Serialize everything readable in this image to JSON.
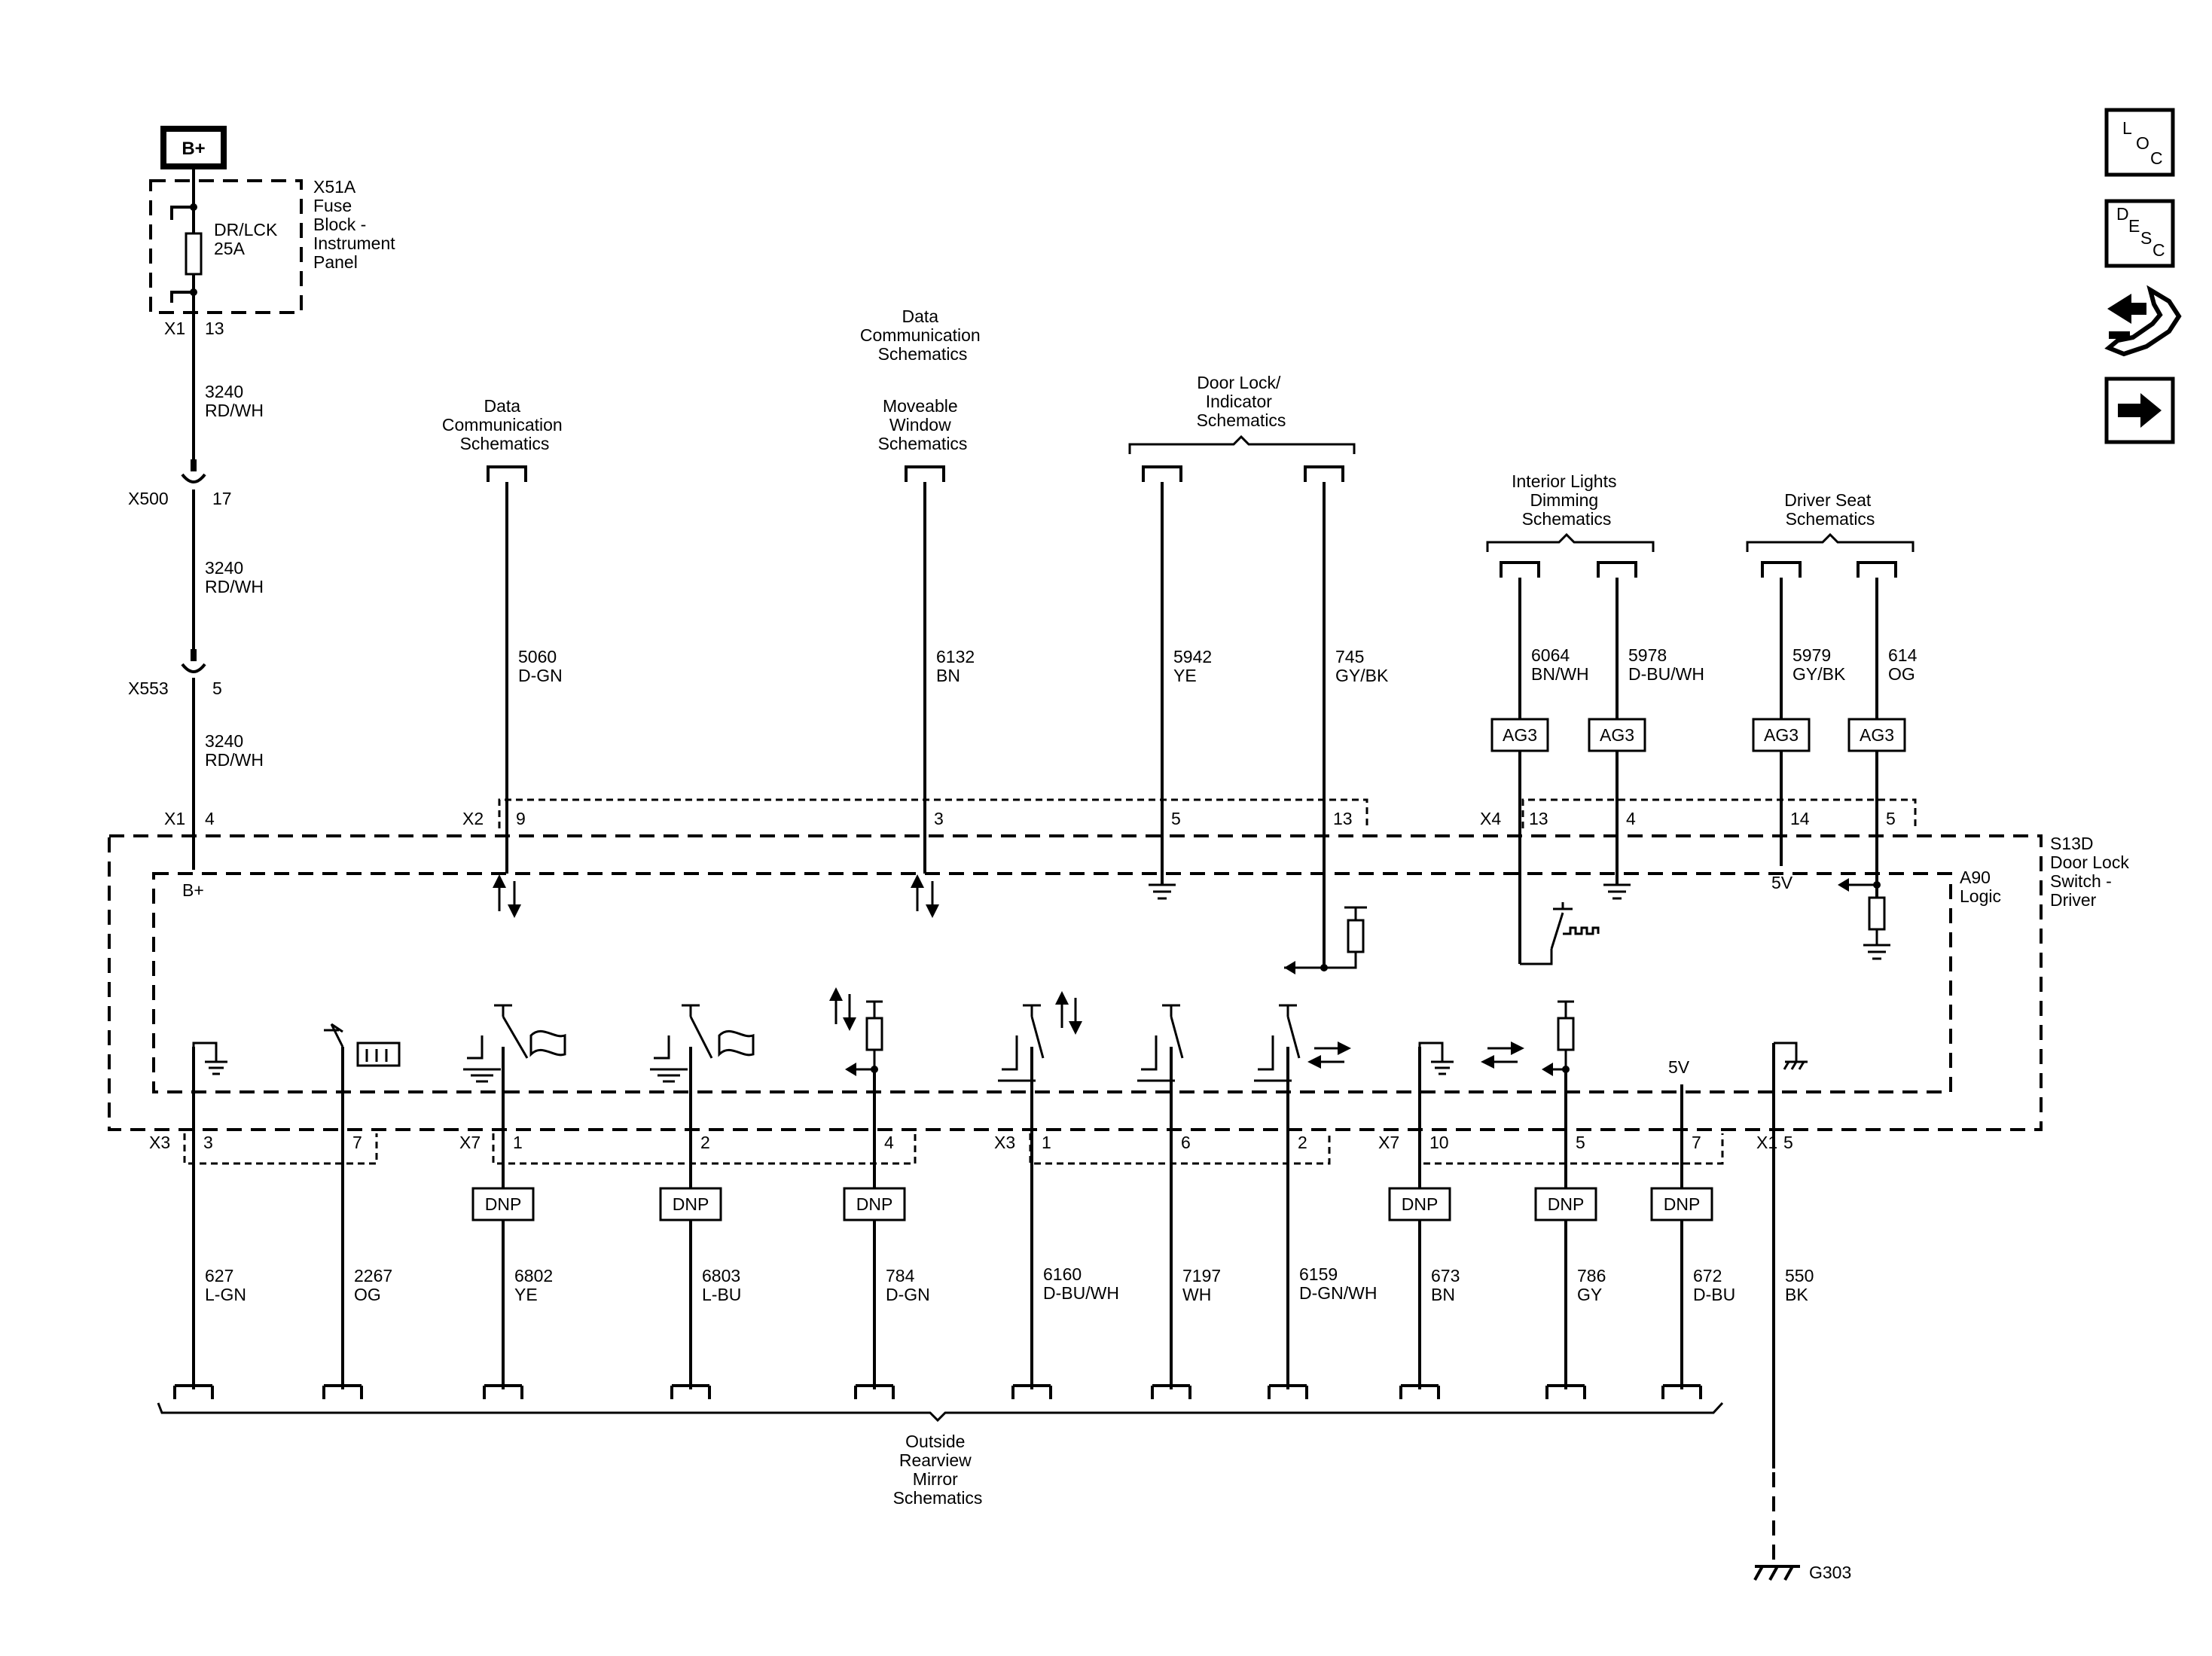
{
  "power": {
    "battery": "B+",
    "fuse_block": [
      "X51A",
      "Fuse",
      "Block -",
      "Instrument",
      "Panel"
    ],
    "fuse": [
      "DR/LCK",
      "25A"
    ],
    "fuse_connector": "X1",
    "fuse_pin": "13"
  },
  "supply_wire": {
    "segments": [
      {
        "circuit": "3240",
        "color": "RD/WH"
      },
      {
        "circuit": "3240",
        "color": "RD/WH"
      },
      {
        "circuit": "3240",
        "color": "RD/WH"
      }
    ],
    "inline1": {
      "name": "X500",
      "pin": "17"
    },
    "inline2": {
      "name": "X553",
      "pin": "5"
    },
    "entry_connector": "X1",
    "entry_pin": "4",
    "internal_label": "B+"
  },
  "module": {
    "outer": [
      "S13D",
      "Door Lock",
      "Switch -",
      "Driver"
    ],
    "inner": [
      "A90",
      "Logic"
    ]
  },
  "top_refs": {
    "data_comm_left": [
      "Data",
      "Communication",
      "Schematics"
    ],
    "data_comm_mid": [
      "Data",
      "Communication",
      "Schematics"
    ],
    "moveable_window": [
      "Moveable",
      "Window",
      "Schematics"
    ],
    "door_lock_indicator": [
      "Door Lock/",
      "Indicator",
      "Schematics"
    ],
    "interior_lights": [
      "Interior Lights",
      "Dimming",
      "Schematics"
    ],
    "driver_seat": [
      "Driver Seat",
      "Schematics"
    ]
  },
  "top_wires": [
    {
      "circuit": "5060",
      "color": "D-GN",
      "pin": "9"
    },
    {
      "circuit": "6132",
      "color": "BN",
      "pin": "3"
    },
    {
      "circuit": "5942",
      "color": "YE",
      "pin": "5"
    },
    {
      "circuit": "745",
      "color": "GY/BK",
      "pin": "13"
    },
    {
      "circuit": "6064",
      "color": "BN/WH",
      "pin": "13",
      "tag": "AG3"
    },
    {
      "circuit": "5978",
      "color": "D-BU/WH",
      "pin": "4",
      "tag": "AG3"
    },
    {
      "circuit": "5979",
      "color": "GY/BK",
      "pin": "14",
      "tag": "AG3"
    },
    {
      "circuit": "614",
      "color": "OG",
      "pin": "5",
      "tag": "AG3"
    }
  ],
  "top_connectors": {
    "x2": "X2",
    "x4": "X4"
  },
  "internal": {
    "five_v_top": "5V",
    "five_v_bottom": "5V"
  },
  "bottom_connectors": {
    "x3a": "X3",
    "x7a": "X7",
    "x3b": "X3",
    "x7b": "X7",
    "x1": "X1"
  },
  "bottom_wires": [
    {
      "circuit": "627",
      "color": "L-GN",
      "pin": "3"
    },
    {
      "circuit": "2267",
      "color": "OG",
      "pin": "7"
    },
    {
      "circuit": "6802",
      "color": "YE",
      "pin": "1",
      "tag": "DNP"
    },
    {
      "circuit": "6803",
      "color": "L-BU",
      "pin": "2",
      "tag": "DNP"
    },
    {
      "circuit": "784",
      "color": "D-GN",
      "pin": "4",
      "tag": "DNP"
    },
    {
      "circuit": "6160",
      "color": "D-BU/WH",
      "pin": "1"
    },
    {
      "circuit": "7197",
      "color": "WH",
      "pin": "6"
    },
    {
      "circuit": "6159",
      "color": "D-GN/WH",
      "pin": "2"
    },
    {
      "circuit": "673",
      "color": "BN",
      "pin": "10",
      "tag": "DNP"
    },
    {
      "circuit": "786",
      "color": "GY",
      "pin": "5",
      "tag": "DNP"
    },
    {
      "circuit": "672",
      "color": "D-BU",
      "pin": "7",
      "tag": "DNP"
    },
    {
      "circuit": "550",
      "color": "BK",
      "pin": "5"
    }
  ],
  "bottom_ref": [
    "Outside",
    "Rearview",
    "Mirror",
    "Schematics"
  ],
  "ground": {
    "name": "G303"
  },
  "nav_icons": {
    "loc": [
      "L",
      "O",
      "C"
    ],
    "desc": [
      "D",
      "E",
      "S",
      "C"
    ],
    "icon3": "connector-pinout-icon",
    "icon4": "next-arrow-icon"
  }
}
